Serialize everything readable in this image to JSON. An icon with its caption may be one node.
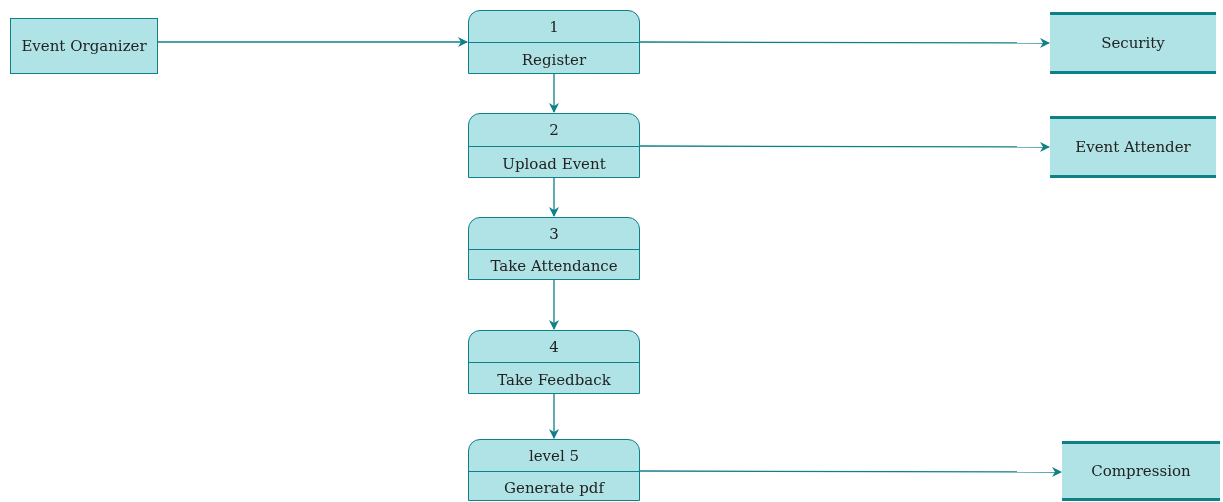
{
  "diagram": {
    "nodes": [
      {
        "text": [
          "Event Organizer"
        ]
      },
      {
        "text": [
          "1",
          "Register"
        ]
      },
      {
        "text": [
          "Security"
        ]
      },
      {
        "text": [
          "2",
          "Upload Event"
        ]
      },
      {
        "text": [
          "Event Attender"
        ]
      },
      {
        "text": [
          "3",
          "Take Attendance"
        ]
      },
      {
        "text": [
          "4",
          "Take Feedback"
        ]
      },
      {
        "text": [
          "level 5",
          "Generate pdf"
        ]
      },
      {
        "text": [
          "Compression"
        ]
      }
    ],
    "edges": [
      {
        "from": 0,
        "to": 1,
        "arrow": "to"
      },
      {
        "from": 1,
        "to": 2,
        "arrow": "to"
      },
      {
        "from": 1,
        "to": 3,
        "arrow": "to"
      },
      {
        "from": 3,
        "to": 4,
        "arrow": "to"
      },
      {
        "from": 3,
        "to": 5,
        "arrow": "to"
      },
      {
        "from": 5,
        "to": 6,
        "arrow": "to"
      },
      {
        "from": 6,
        "to": 7,
        "arrow": "to"
      },
      {
        "from": 7,
        "to": 8,
        "arrow": "to"
      }
    ]
  }
}
